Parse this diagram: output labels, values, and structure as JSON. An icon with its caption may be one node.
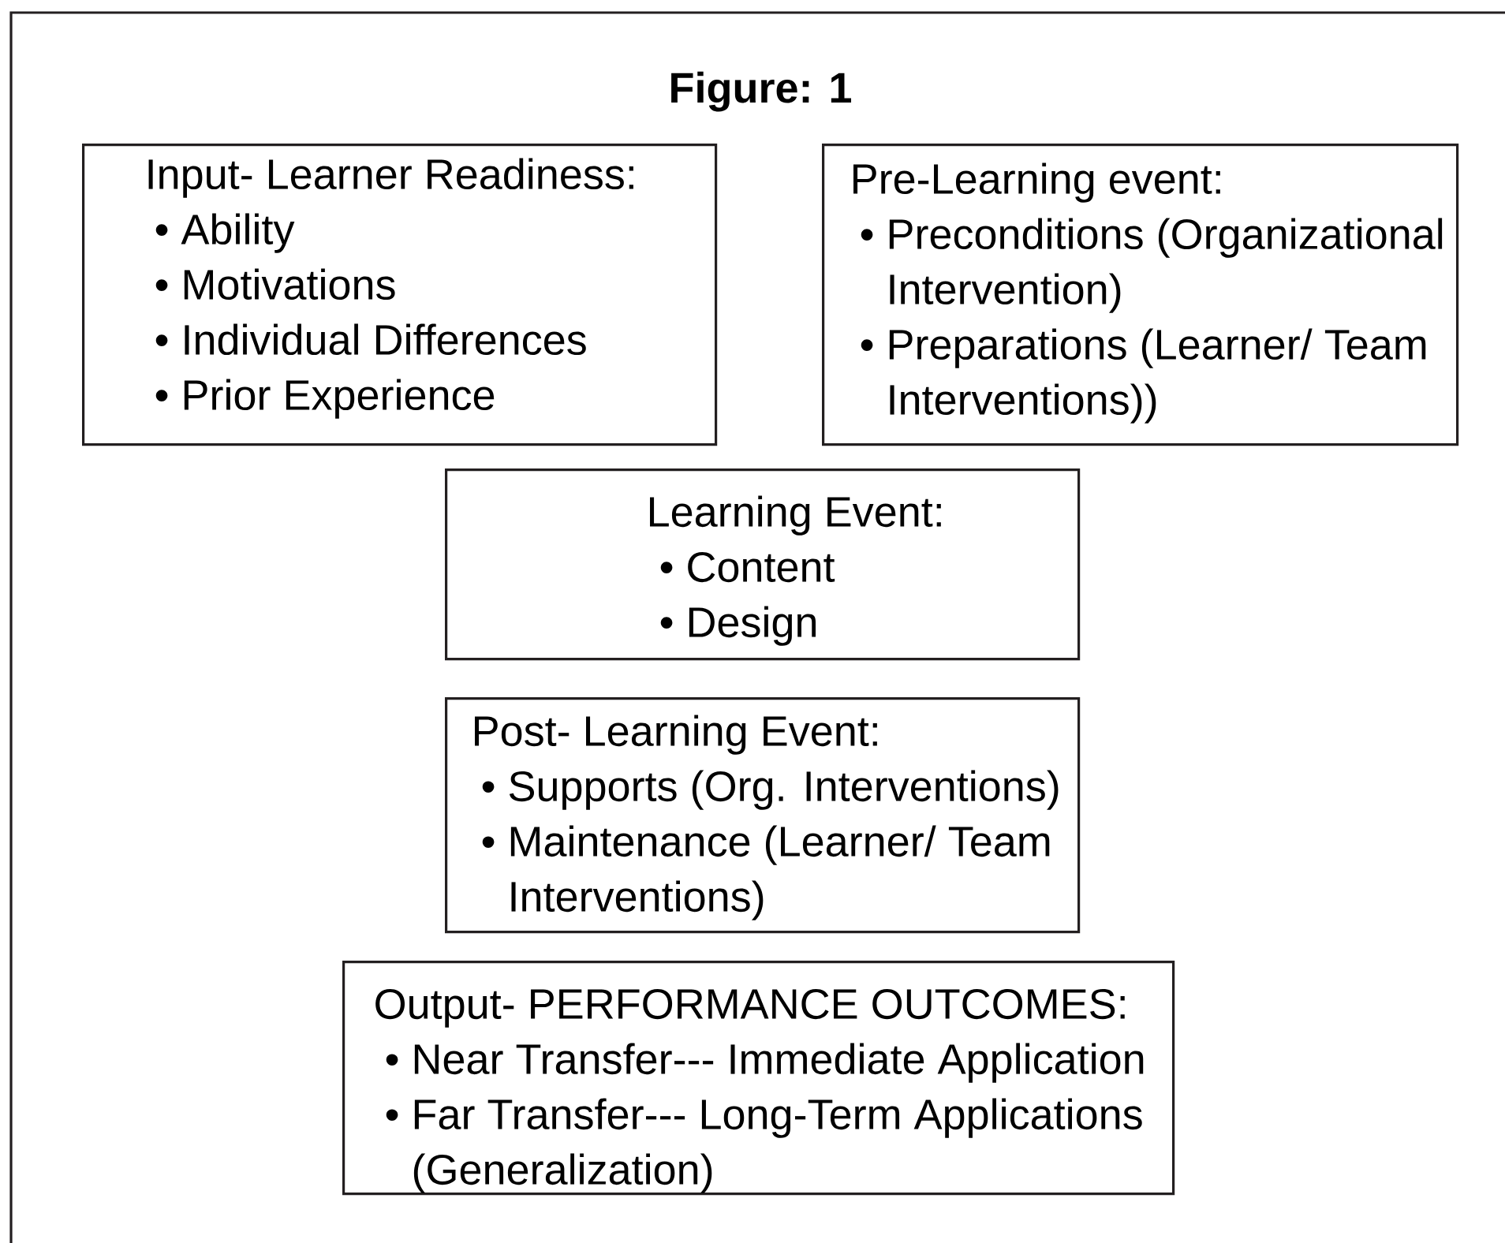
{
  "diagram": {
    "title": "Figure: 1",
    "nodes": [
      {
        "text": [
          "Input- Learner Readiness:",
          "• Ability",
          "• Motivations",
          "• Individual Differences",
          "• Prior Experience"
        ]
      },
      {
        "text": [
          "Pre-Learning event:",
          "• Preconditions (Organizational Intervention)",
          "• Preparations (Learner/ Team Interventions))"
        ]
      },
      {
        "text": [
          "Learning Event:",
          "• Content",
          "• Design"
        ]
      },
      {
        "text": [
          "Post- Learning Event:",
          "• Supports (Org. Interventions)",
          "• Maintenance (Learner/ Team Interventions)"
        ]
      },
      {
        "text": [
          "Output- PERFORMANCE OUTCOMES:",
          "• Near Transfer--- Immediate Application",
          "• Far Transfer--- Long-Term Applications (Generalization)"
        ]
      }
    ]
  }
}
